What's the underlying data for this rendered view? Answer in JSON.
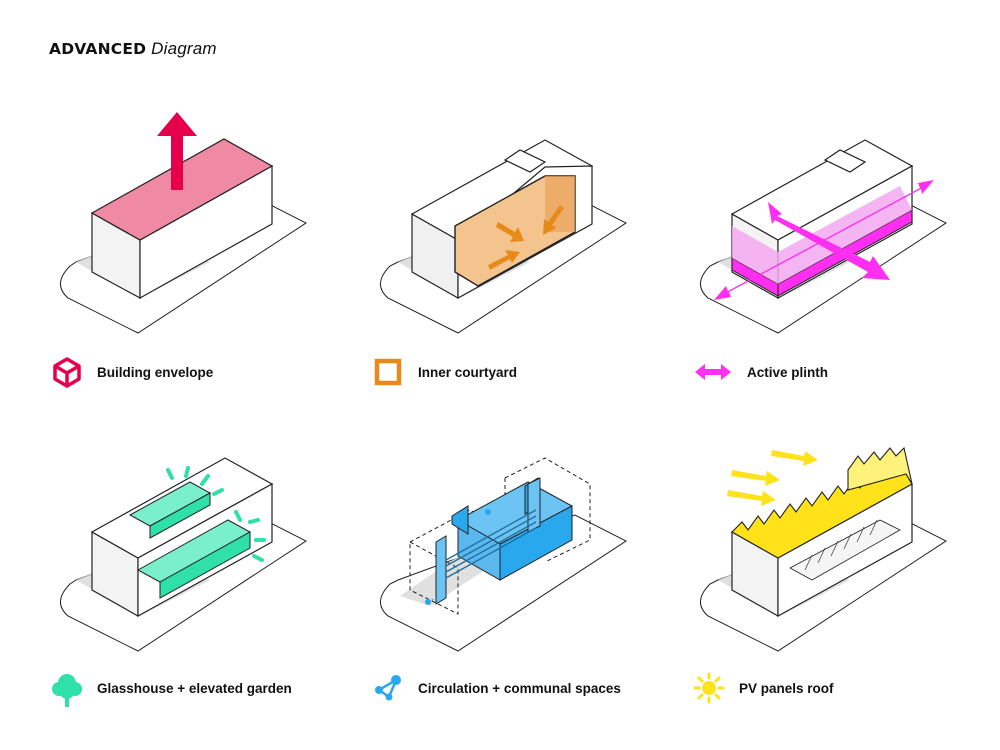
{
  "title": {
    "bold": "ADVANCED",
    "italic": "Diagram"
  },
  "colors": {
    "envelope": "#e6004c",
    "courtyard": "#e88a1a",
    "plinth": "#ff2ef0",
    "garden": "#2fe0a8",
    "circulation": "#2aa8ee",
    "pv": "#ffe21a"
  },
  "legend": [
    {
      "label": "Building envelope",
      "icon": "cube-icon"
    },
    {
      "label": "Inner courtyard",
      "icon": "square-outline-icon"
    },
    {
      "label": "Active plinth",
      "icon": "double-arrow-icon"
    },
    {
      "label": "Glasshouse + elevated garden",
      "icon": "tree-icon"
    },
    {
      "label": "Circulation + communal spaces",
      "icon": "network-nodes-icon"
    },
    {
      "label": "PV panels roof",
      "icon": "sun-icon"
    }
  ]
}
